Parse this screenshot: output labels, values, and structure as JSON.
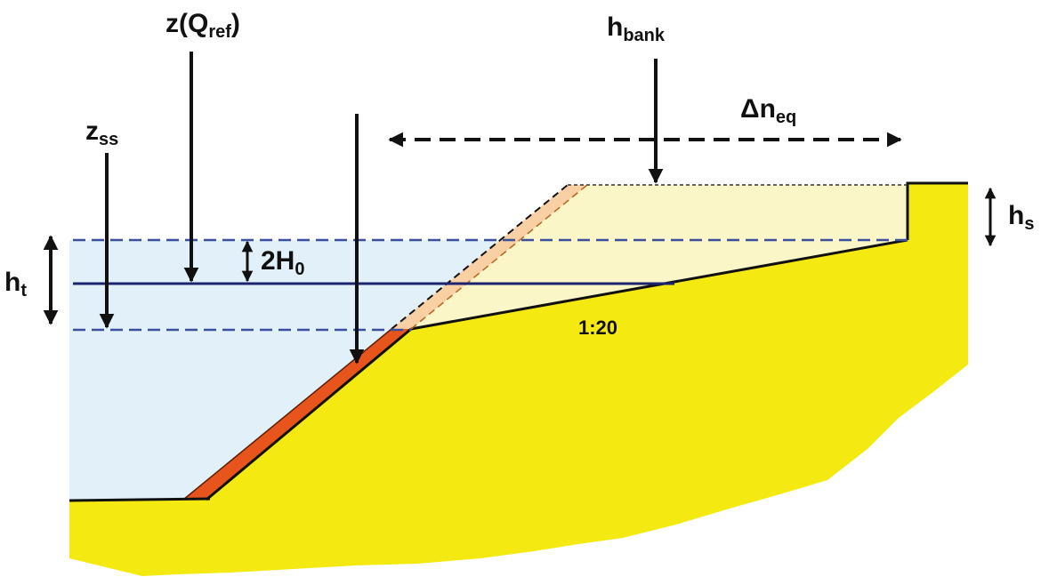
{
  "labels": {
    "z_qref": {
      "base": "z(Q",
      "sub": "ref",
      "tail": ")"
    },
    "z_ss": {
      "base": "z",
      "sub": "ss"
    },
    "h_bank": {
      "base": "h",
      "sub": "bank"
    },
    "delta_n_eq": {
      "base": "Δn",
      "sub": "eq"
    },
    "h_t": {
      "base": "h",
      "sub": "t"
    },
    "h_s": {
      "base": "h",
      "sub": "s"
    },
    "two_h0": {
      "base": "2H",
      "sub": "0"
    },
    "slope": "1:20"
  },
  "colors": {
    "water": "#e2f1f9",
    "soil": "#f4ea12",
    "beach_fill": "#faf6c8",
    "nourishment": "#f9cfa4",
    "revetment": "#e8551c",
    "water_line": "#1c2470",
    "dashed_level": "#3a4f9e",
    "arrows": "#111111"
  }
}
